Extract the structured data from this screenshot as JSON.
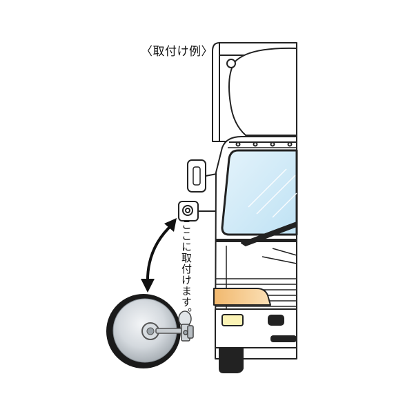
{
  "caption": {
    "text": "〈取付け例〉"
  },
  "install_note": {
    "text": "ここに取付けます。"
  },
  "colors": {
    "outline": "#222222",
    "windshield": "#cfe9f7",
    "turn_signal": "#f6c98a",
    "headlight": "#fbf3b5",
    "mirror_silver": "#cdd3d8",
    "mirror_rim": "#1a1a1a"
  },
  "icons": [
    "truck",
    "curved-double-arrow-icon",
    "convex-mirror",
    "mounting-bracket"
  ]
}
